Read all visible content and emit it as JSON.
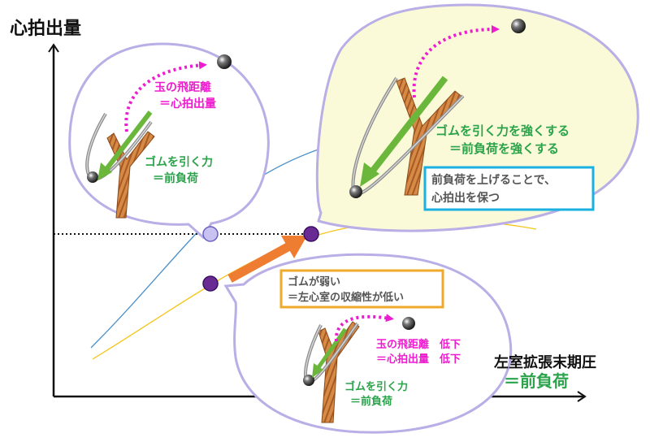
{
  "axes": {
    "y_label": "心拍出量",
    "x_label": "左室拡張末期圧",
    "x_sublabel": "＝前負荷"
  },
  "bubble_normal": {
    "distance_line1": "玉の飛距離",
    "distance_line2": "＝心拍出量",
    "pull_line1": "ゴムを引く力",
    "pull_line2": "＝前負荷"
  },
  "bubble_strong": {
    "pull_line1": "ゴムを引く力を強くする",
    "pull_line2": "＝前負荷を強くする",
    "note_line1": "前負荷を上げることで、",
    "note_line2": "心拍出を保つ"
  },
  "weak_box": {
    "line1": "ゴムが弱い",
    "line2": "＝左心室の収縮性が低い"
  },
  "bubble_weak": {
    "distance_line1": "玉の飛距離　低下",
    "distance_line2": "＝心拍出量　低下",
    "pull_line1": "ゴムを引く力",
    "pull_line2": "＝前負荷"
  },
  "colors": {
    "normal_curve": "#4a8fc9",
    "weak_curve": "#f5c518",
    "bubble_bg": "#ffffff",
    "bubble_highlight_bg": "#fafad8",
    "bubble_border": "#b9aee6",
    "magenta_text": "#ee1ccf",
    "green_text": "#2aa34a",
    "green_arrow": "#6ab73b",
    "orange_arrow": "#ee7d32",
    "point_normal": "#c8c2f0",
    "point_weak": "#6a2a94",
    "note_border": "#1ab0e0",
    "weak_box_border": "#f0a92a"
  }
}
